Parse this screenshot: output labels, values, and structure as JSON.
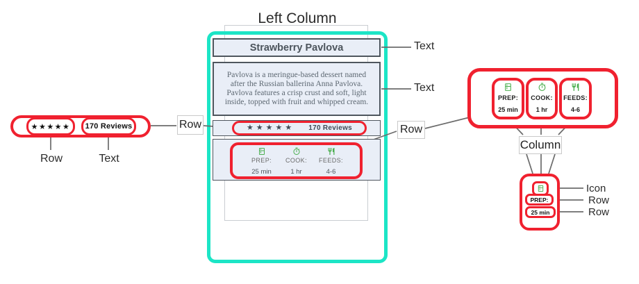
{
  "colors": {
    "highlight_cyan": "#1ce5c6",
    "callout_red": "#f0212f",
    "icon_green": "#4caf50",
    "card_fill": "#e9eef7",
    "card_border": "#4e565e"
  },
  "card": {
    "heading": "Left Column",
    "title": "Strawberry Pavlova",
    "description": "Pavlova is a meringue-based dessert named after the Russian ballerina Anna Pavlova. Pavlova features a crisp crust and soft, light inside, topped with fruit and whipped cream.",
    "rating": {
      "stars": "★★★★★",
      "reviews": "170 Reviews"
    },
    "info_columns": [
      {
        "icon": "kitchen-icon",
        "label": "PREP:",
        "value": "25 min"
      },
      {
        "icon": "timer-icon",
        "label": "COOK:",
        "value": "1 hr"
      },
      {
        "icon": "restaurant-icon",
        "label": "FEEDS:",
        "value": "4-6"
      }
    ]
  },
  "annotations": {
    "left_detail_row_label": "Row",
    "left_detail_text_label": "Text",
    "rating_row_label": "Row",
    "info_row_label": "Row",
    "title_text_label": "Text",
    "description_text_label": "Text",
    "column_label": "Column",
    "detail_icon_label": "Icon",
    "detail_label_row_label": "Row",
    "detail_value_row_label": "Row"
  }
}
